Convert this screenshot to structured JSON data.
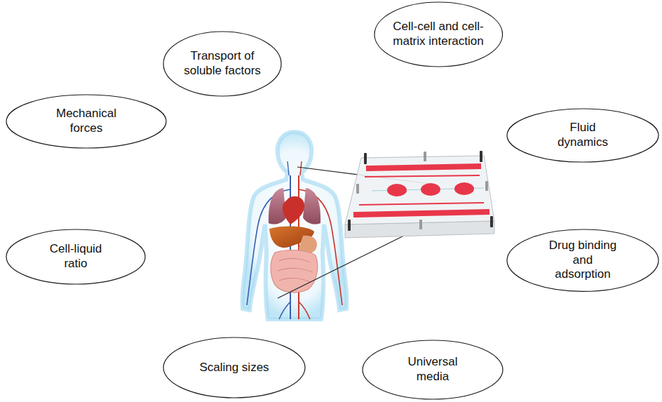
{
  "diagram": {
    "nodes": [
      {
        "text": [
          "Cell-cell and cell-matrix interaction"
        ]
      },
      {
        "text": [
          "Transport of soluble factors"
        ]
      },
      {
        "text": [
          "Mechanical forces"
        ]
      },
      {
        "text": [
          "Fluid dynamics"
        ]
      },
      {
        "text": [
          "Cell-liquid ratio"
        ]
      },
      {
        "text": [
          "Drug binding and adsorption"
        ]
      },
      {
        "text": [
          "Scaling sizes"
        ]
      },
      {
        "text": [
          "Universal media"
        ]
      }
    ]
  }
}
